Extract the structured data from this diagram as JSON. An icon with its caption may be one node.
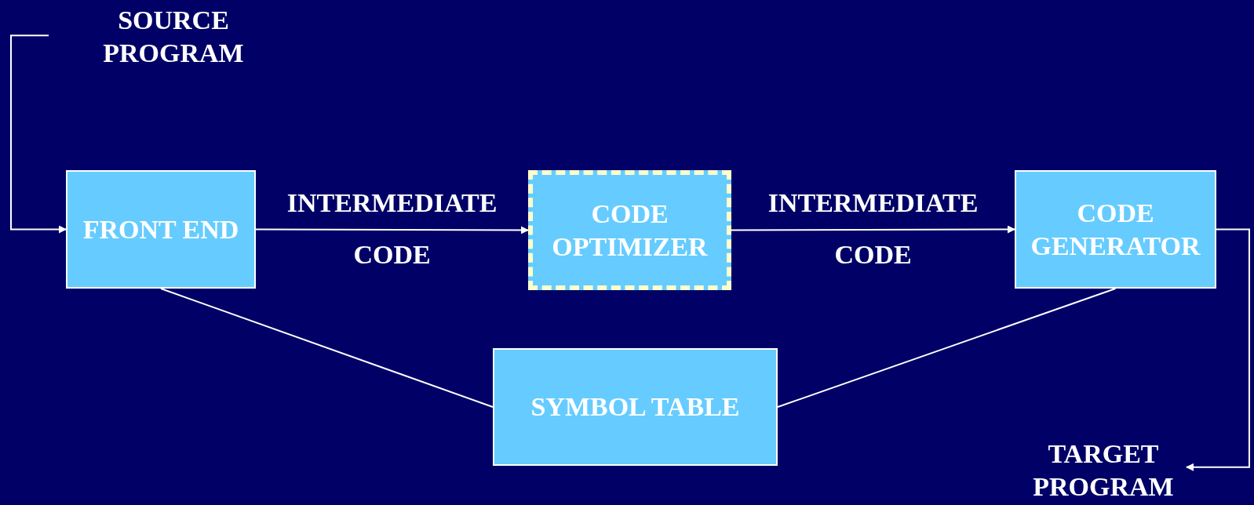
{
  "diagram": {
    "nodes": [
      {
        "text": [
          "SOURCE PROGRAM"
        ]
      },
      {
        "text": [
          "FRONT END"
        ]
      },
      {
        "text": [
          "CODE OPTIMIZER"
        ]
      },
      {
        "text": [
          "CODE GENERATOR"
        ]
      },
      {
        "text": [
          "SYMBOL TABLE"
        ]
      },
      {
        "text": [
          "TARGET PROGRAM"
        ]
      }
    ],
    "edges": [
      {
        "from": 0,
        "to": 1,
        "arrow": "to"
      },
      {
        "from": 1,
        "to": 2,
        "arrow": "to",
        "label": "INTERMEDIATE CODE"
      },
      {
        "from": 2,
        "to": 3,
        "arrow": "to",
        "label": "INTERMEDIATE CODE"
      },
      {
        "from": 3,
        "to": 5,
        "arrow": "to"
      },
      {
        "from": 1,
        "to": 4,
        "arrow": "none"
      },
      {
        "from": 3,
        "to": 4,
        "arrow": "none"
      }
    ]
  }
}
